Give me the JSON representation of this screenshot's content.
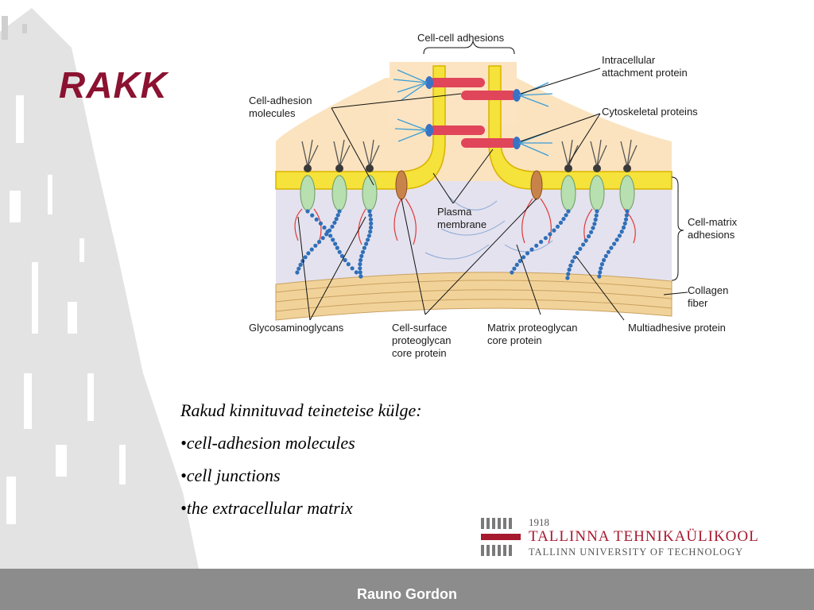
{
  "slide": {
    "title": "RAKK",
    "bullets": [
      "Rakud kinnituvad teineteise külge:",
      "•cell-adhesion molecules",
      "•cell junctions",
      "•the extracellular matrix"
    ],
    "footer_author": "Rauno Gordon"
  },
  "diagram": {
    "labels": {
      "cell_cell_adhesions": "Cell-cell adhesions",
      "intracellular_1": "Intracellular",
      "intracellular_2": "attachment protein",
      "cell_adhesion_1": "Cell-adhesion",
      "cell_adhesion_2": "molecules",
      "cytoskeletal": "Cytoskeletal proteins",
      "plasma_1": "Plasma",
      "plasma_2": "membrane",
      "cell_matrix_1": "Cell-matrix",
      "cell_matrix_2": "adhesions",
      "collagen_1": "Collagen",
      "collagen_2": "fiber",
      "glycosaminoglycans": "Glycosaminoglycans",
      "cell_surface_1": "Cell-surface",
      "cell_surface_2": "proteoglycan",
      "cell_surface_3": "core protein",
      "matrix_pg_1": "Matrix proteoglycan",
      "matrix_pg_2": "core protein",
      "multiadhesive": "Multiadhesive protein"
    }
  },
  "logo": {
    "year": "1918",
    "name_et": "TALLINNA TEHNIKAÜLIKOOL",
    "name_en": "TALLINN UNIVERSITY OF TECHNOLOGY"
  },
  "colors": {
    "title": "#8b1230",
    "membrane": "#f5e23a",
    "cytoplasm": "#fbe3bf",
    "matrix": "#e4e2ee",
    "collagen": "#f1d39a",
    "footer": "#8c8c8c"
  }
}
